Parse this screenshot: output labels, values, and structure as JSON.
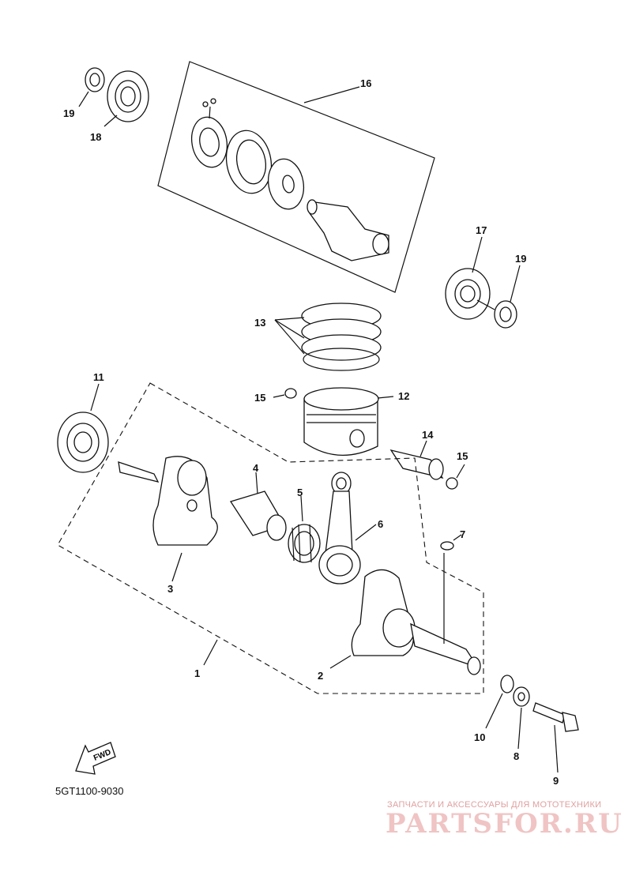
{
  "diagram": {
    "drawing_code": "5GT1100-9030",
    "fwd_label": "FWD",
    "parts": [
      {
        "id": "p1",
        "label": "1"
      },
      {
        "id": "p2",
        "label": "2"
      },
      {
        "id": "p3",
        "label": "3"
      },
      {
        "id": "p4",
        "label": "4"
      },
      {
        "id": "p5",
        "label": "5"
      },
      {
        "id": "p6",
        "label": "6"
      },
      {
        "id": "p7",
        "label": "7"
      },
      {
        "id": "p8",
        "label": "8"
      },
      {
        "id": "p9",
        "label": "9"
      },
      {
        "id": "p10",
        "label": "10"
      },
      {
        "id": "p11",
        "label": "11"
      },
      {
        "id": "p12",
        "label": "12"
      },
      {
        "id": "p13",
        "label": "13"
      },
      {
        "id": "p14",
        "label": "14"
      },
      {
        "id": "p15a",
        "label": "15"
      },
      {
        "id": "p15b",
        "label": "15"
      },
      {
        "id": "p16",
        "label": "16"
      },
      {
        "id": "p17",
        "label": "17"
      },
      {
        "id": "p18",
        "label": "18"
      },
      {
        "id": "p19a",
        "label": "19"
      },
      {
        "id": "p19b",
        "label": "19"
      }
    ]
  },
  "watermark": {
    "tagline": "ЗАПЧАСТИ И АКСЕССУАРЫ ДЛЯ МОТОТЕХНИКИ",
    "brand": "PARTSFOR.RU"
  }
}
